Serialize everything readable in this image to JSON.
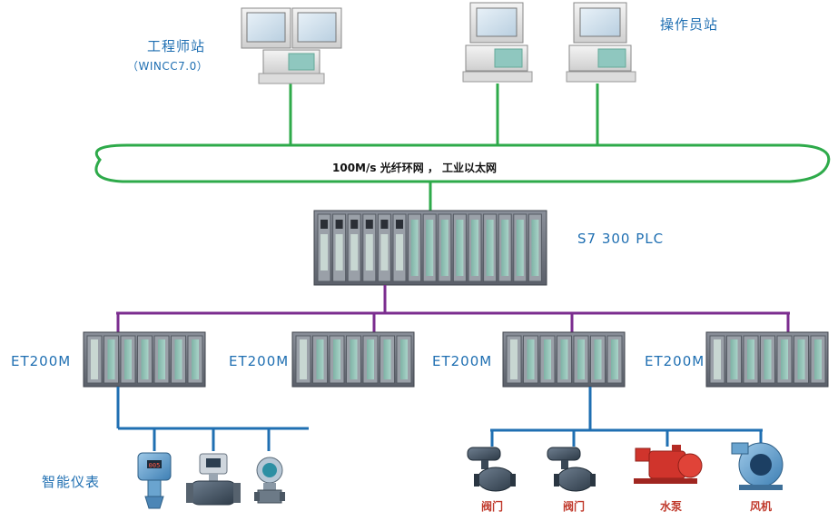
{
  "labels": {
    "engineer_station": "工程师站",
    "engineer_software": "（WINCC7.0）",
    "operator_station": "操作员站",
    "network": "100M/s 光纤环网 ， 工业以太网",
    "plc": "S7 300 PLC",
    "et200m": [
      "ET200M",
      "ET200M",
      "ET200M",
      "ET200M"
    ],
    "instruments": "智能仪表"
  },
  "devices": [
    "阀门",
    "阀门",
    "水泵",
    "风机"
  ],
  "colors": {
    "network_green": "#2eaa4a",
    "profibus_purple": "#7b2d8f",
    "field_blue": "#1f6fb2",
    "label_blue": "#1f6fb2",
    "pump_red": "#d0342c"
  }
}
